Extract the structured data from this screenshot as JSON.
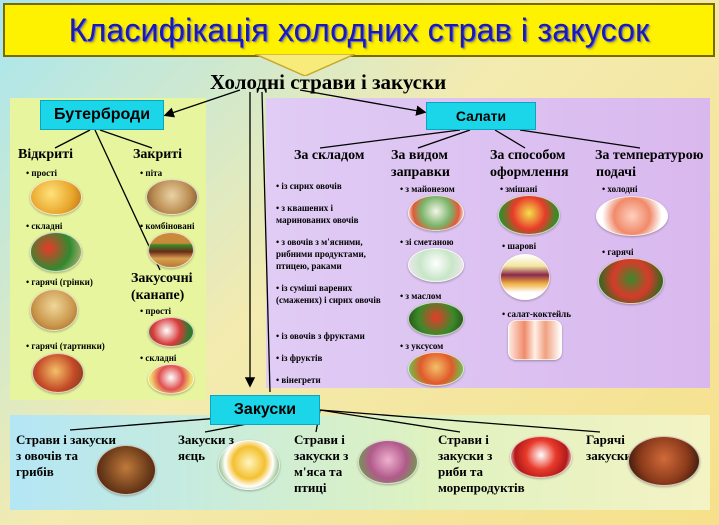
{
  "title": "Класифікація холодних страв і закусок",
  "main_heading": "Холодні страви і закуски",
  "butterbrody": {
    "label": "Бутерброди",
    "open": {
      "label": "Відкриті",
      "items": [
        "прості",
        "складні",
        "гарячі (грінки)",
        "гарячі (тартинки)"
      ]
    },
    "closed": {
      "label": "Закриті",
      "items": [
        "піта",
        "комбіновані"
      ]
    },
    "canape": {
      "label_line1": "Закусочні",
      "label_line2": "(канапе)",
      "items": [
        "прості",
        "складні"
      ]
    }
  },
  "salaty": {
    "label": "Салати",
    "composition": {
      "label": "За складом",
      "items": [
        "із сирих овочів",
        "з квашених і маринованих овочів",
        "з овочів з м'ясними, рибними продуктами, птицею, раками",
        "із суміші варених (смажених) і сирих овочів",
        "із овочів з фруктами",
        "із фруктів",
        "вінегрети"
      ]
    },
    "dressing": {
      "label_line1": "За видом",
      "label_line2": "заправки",
      "items": [
        "з майонезом",
        "зі сметаною",
        "з маслом",
        "з уксусом"
      ]
    },
    "design": {
      "label_line1": "За способом",
      "label_line2": "оформлення",
      "items": [
        "змішані",
        "шарові",
        "салат-коктейль"
      ]
    },
    "temperature": {
      "label_line1": "За температурою",
      "label_line2": "подачі",
      "items": [
        "холодні",
        "гарячі"
      ]
    }
  },
  "zakusky": {
    "label": "Закуски",
    "items": [
      {
        "l1": "Страви і закуски",
        "l2": "з овочів та",
        "l3": "грибів"
      },
      {
        "l1": "Закуски з",
        "l2": "яєць"
      },
      {
        "l1": "Страви і",
        "l2": "закуски з",
        "l3": "м'яса та",
        "l4": "птиці"
      },
      {
        "l1": "Страви і",
        "l2": "закуски з",
        "l3": "риби та",
        "l4": "морепродуктів"
      },
      {
        "l1": "Гарячі",
        "l2": "закуски"
      }
    ]
  },
  "colors": {
    "title_bg": "#fff200",
    "title_text": "#1a1ab0",
    "node_bg": "#1ad6e8",
    "panel_butter": "#e6f59e",
    "panel_salad": "#d9b8ee",
    "panel_snack": "#b4e6f5"
  }
}
